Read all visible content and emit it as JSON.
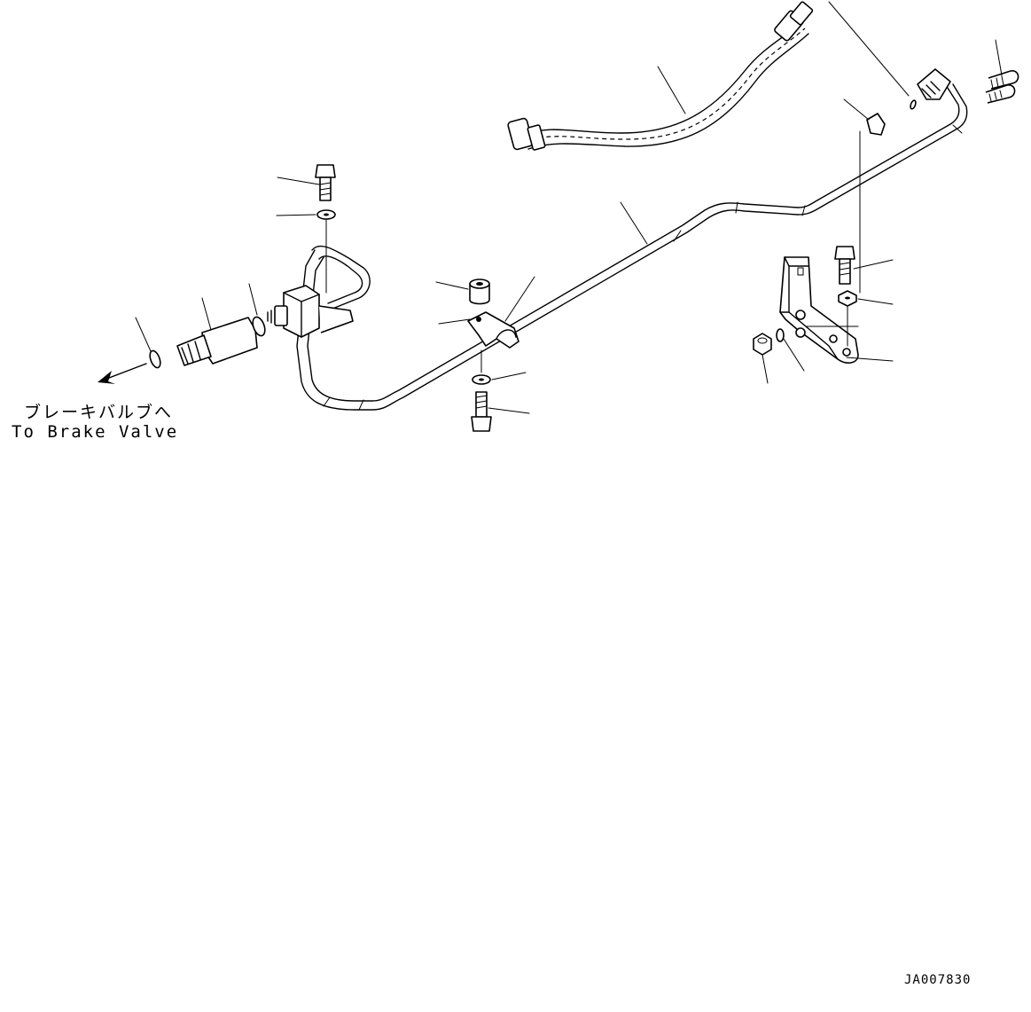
{
  "direction_label": {
    "japanese": "ブレーキバルブへ",
    "english": "To Brake Valve"
  },
  "drawing_code": "JA007830"
}
